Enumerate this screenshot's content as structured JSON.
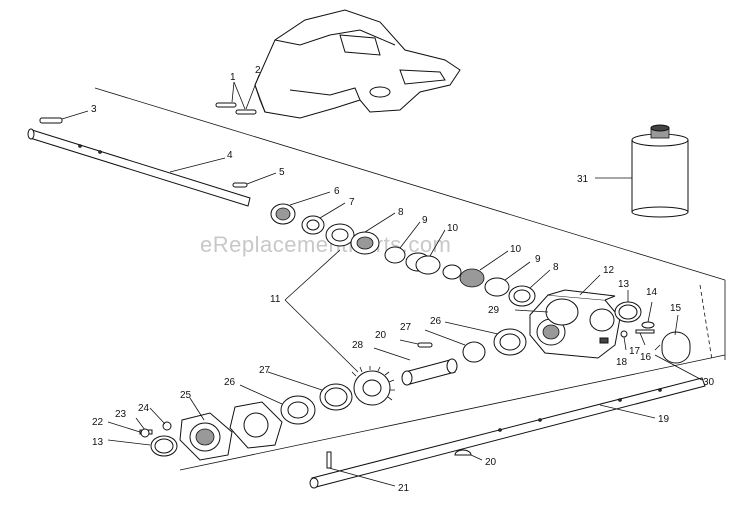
{
  "watermark": "eReplacementParts.com",
  "labels": {
    "l1": "1",
    "l2": "2",
    "l3": "3",
    "l4": "4",
    "l5": "5",
    "l6": "6",
    "l7": "7",
    "l8a": "8",
    "l9a": "9",
    "l10a": "10",
    "l10b": "10",
    "l9b": "9",
    "l8b": "8",
    "l11": "11",
    "l12": "12",
    "l13a": "13",
    "l14": "14",
    "l15": "15",
    "l16": "16",
    "l17": "17",
    "l18": "18",
    "l20a": "20",
    "l27a": "27",
    "l26a": "26",
    "l29": "29",
    "l28": "28",
    "l27b": "27",
    "l26b": "26",
    "l25": "25",
    "l24": "24",
    "l23": "23",
    "l22": "22",
    "l13b": "13",
    "l19": "19",
    "l20b": "20",
    "l21": "21",
    "l30": "30",
    "l31": "31"
  }
}
